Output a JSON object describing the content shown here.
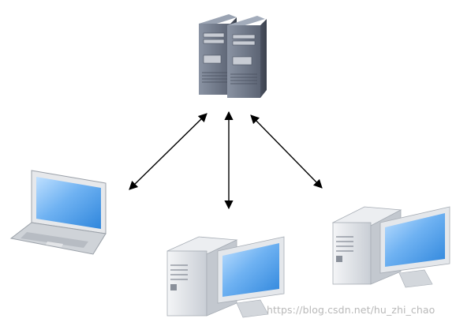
{
  "diagram": {
    "nodes": [
      {
        "id": "server",
        "kind": "server-rack",
        "icon": "server-rack-icon",
        "label": ""
      },
      {
        "id": "laptop",
        "kind": "laptop",
        "icon": "laptop-icon",
        "label": ""
      },
      {
        "id": "desktop-center",
        "kind": "desktop",
        "icon": "desktop-computer-icon",
        "label": ""
      },
      {
        "id": "desktop-right",
        "kind": "desktop",
        "icon": "desktop-computer-icon",
        "label": ""
      }
    ],
    "edges": [
      {
        "from": "server",
        "to": "laptop",
        "direction": "bidirectional"
      },
      {
        "from": "server",
        "to": "desktop-center",
        "direction": "bidirectional"
      },
      {
        "from": "server",
        "to": "desktop-right",
        "direction": "bidirectional"
      }
    ],
    "colors": {
      "arrow": "#000000",
      "screen": "#4a9be8",
      "case": "#dde1e6",
      "server": "#6c7585"
    }
  },
  "watermark": "https://blog.csdn.net/hu_zhi_chao"
}
